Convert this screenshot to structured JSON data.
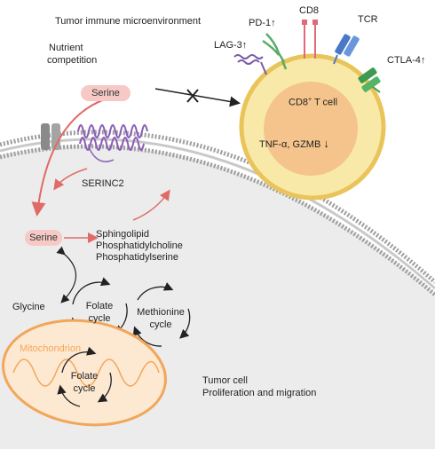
{
  "header": {
    "title": "Tumor immune microenvironment",
    "nutrient_line1": "Nutrient",
    "nutrient_line2": "competition"
  },
  "tcell": {
    "label": "CD8",
    "label_sup": "+",
    "label_suffix": " T cell",
    "cytokines": "TNF-α, GZMB",
    "cytokines_arrow": "↓",
    "receptors": {
      "cd8": "CD8",
      "tcr": "TCR",
      "pd1": "PD-1",
      "lag3": "LAG-3",
      "ctla4": "CTLA-4",
      "up_arrow": "↑"
    }
  },
  "tumor": {
    "serine_outer": "Serine",
    "serine_inner": "Serine",
    "serinc2": "SERINC2",
    "products": [
      "Sphingolipid",
      "Phosphatidylcholine",
      "Phosphatidylserine"
    ],
    "glycine": "Glycine",
    "folate_cycle_1": [
      "Folate",
      "cycle"
    ],
    "methionine_cycle": [
      "Methionine",
      "cycle"
    ],
    "mitochondrion": "Mitochondrion",
    "folate_cycle_2": [
      "Folate",
      "cycle"
    ],
    "cell_label_1": "Tumor cell",
    "cell_label_2": "Proliferation and migration"
  },
  "colors": {
    "membrane": "#9e9e9e",
    "cell_fill": "#ececec",
    "tcell_outer": "#f9e9a8",
    "tcell_ring": "#e9c45a",
    "tcell_nucleus": "#f5c48c",
    "arrow_red": "#e06a66",
    "serinc2": "#8a5db5",
    "mito": "#f2a65a",
    "pd1": "#5aab6a",
    "cd8": "#e06a7a",
    "tcr": "#4a78c9",
    "ctla4": "#3e9a4e",
    "lag3": "#7a5aa8"
  }
}
